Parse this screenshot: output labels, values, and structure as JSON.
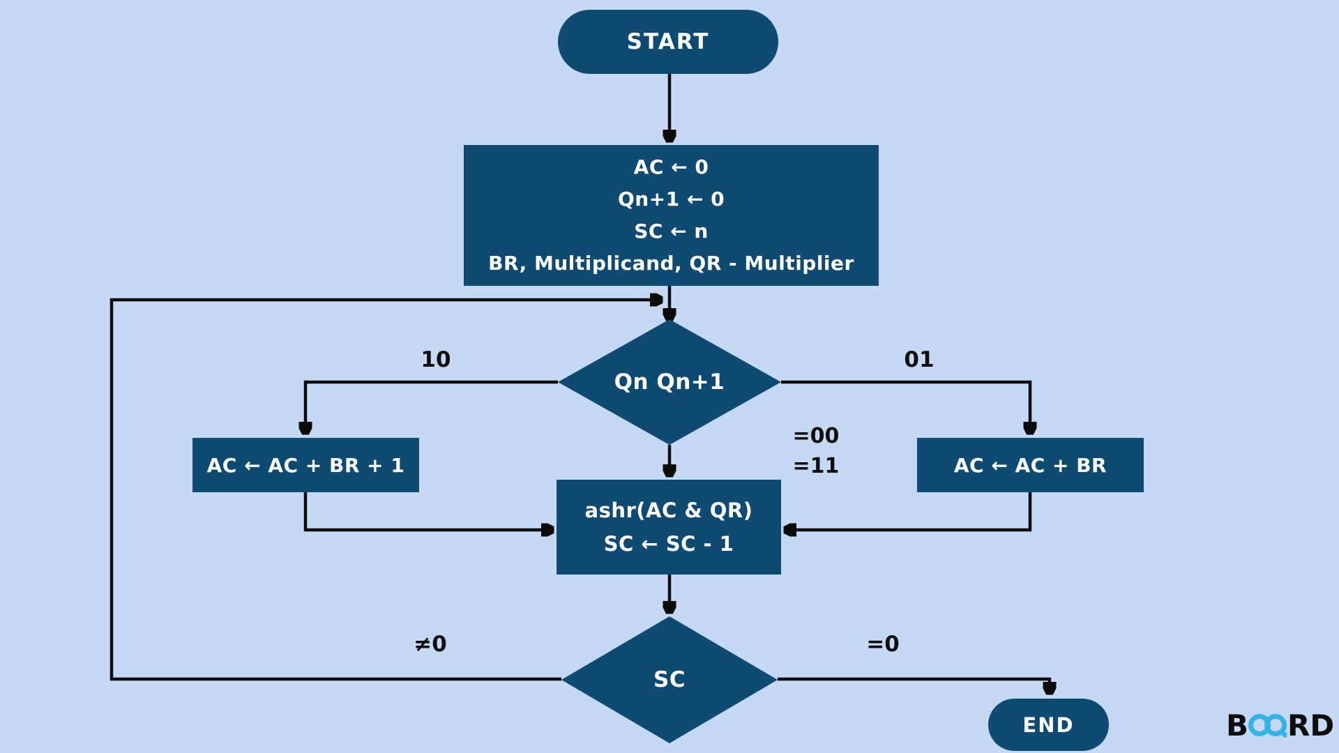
{
  "colors": {
    "background": "#c6d9f4",
    "node": "#0e4a72",
    "node_text": "#ffffff",
    "line": "#0b0b0b",
    "label_text": "#0d0d0d",
    "logo_text": "#0d0d0d",
    "logo_accent": "#33b4e8"
  },
  "nodes": {
    "start": {
      "label": "START"
    },
    "init": {
      "lines": [
        "AC ← 0",
        "Qn+1 ← 0",
        "SC ← n",
        "BR, Multiplicand, QR - Multiplier"
      ]
    },
    "decision_qn": {
      "label": "Qn Qn+1"
    },
    "add_br_complement": {
      "label": "AC ← AC + BR + 1"
    },
    "add_br": {
      "label": "AC ← AC + BR"
    },
    "shift": {
      "lines": [
        "ashr(AC & QR)",
        "SC ← SC - 1"
      ]
    },
    "decision_sc": {
      "label": "SC"
    },
    "end": {
      "label": "END"
    }
  },
  "edge_labels": {
    "case_10": "10",
    "case_01": "01",
    "case_00": "=00",
    "case_11": "=11",
    "sc_not_zero": "≠0",
    "sc_zero": "=0"
  },
  "logo": {
    "prefix": "B",
    "suffix": "RD"
  }
}
